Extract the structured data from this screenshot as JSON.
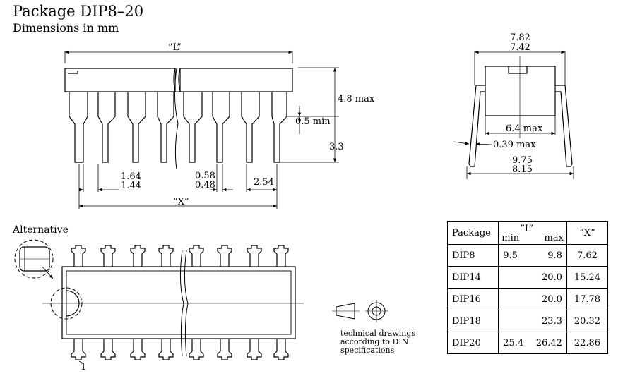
{
  "header": {
    "title": "Package DIP8–20",
    "subtitle": "Dimensions in mm"
  },
  "side_view": {
    "L_label": "”L”",
    "X_label": "”X”",
    "height_max": "4.8 max",
    "standoff_min": "0.5 min",
    "lead_length": "3.3",
    "pin_width_max": "1.64",
    "pin_width_min": "1.44",
    "lead_thick_max": "0.58",
    "lead_thick_min": "0.48",
    "pitch": "2.54"
  },
  "end_view": {
    "width_max": "7.82",
    "width_min": "7.42",
    "body_width": "6.4 max",
    "lead_thickness": "0.39 max",
    "span_max": "9.75",
    "span_min": "8.15"
  },
  "alternative": {
    "label": "Alternative",
    "pin_one": "1"
  },
  "note": {
    "lines": [
      "technical drawings",
      "according to DIN",
      "specifications"
    ]
  },
  "table": {
    "header": {
      "package": "Package",
      "L": "”L”",
      "min": "min",
      "max": "max",
      "X": "”X”"
    },
    "rows": [
      {
        "package": "DIP8",
        "min": "9.5",
        "max": "9.8",
        "x": "7.62"
      },
      {
        "package": "DIP14",
        "min": "",
        "max": "20.0",
        "x": "15.24"
      },
      {
        "package": "DIP16",
        "min": "",
        "max": "20.0",
        "x": "17.78"
      },
      {
        "package": "DIP18",
        "min": "",
        "max": "23.3",
        "x": "20.32"
      },
      {
        "package": "DIP20",
        "min": "25.4",
        "max": "26.42",
        "x": "22.86"
      }
    ]
  }
}
